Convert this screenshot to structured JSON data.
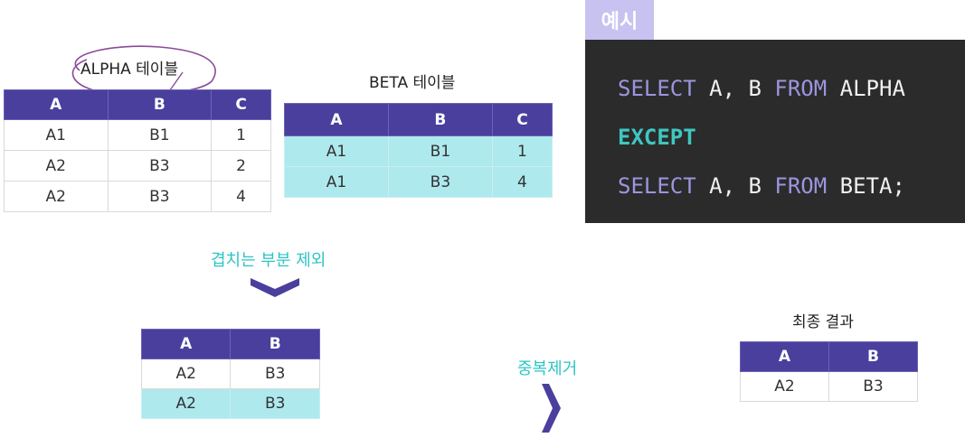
{
  "alpha": {
    "caption": "ALPHA 테이블",
    "headers": [
      "A",
      "B",
      "C"
    ],
    "rows": [
      [
        "A1",
        "B1",
        "1"
      ],
      [
        "A2",
        "B3",
        "2"
      ],
      [
        "A2",
        "B3",
        "4"
      ]
    ]
  },
  "beta": {
    "caption": "BETA 테이블",
    "headers": [
      "A",
      "B",
      "C"
    ],
    "rows": [
      [
        "A1",
        "B1",
        "1"
      ],
      [
        "A1",
        "B3",
        "4"
      ]
    ]
  },
  "example": {
    "tab": "예시",
    "line1": {
      "kw1": "SELECT",
      "mid": " A, B ",
      "kw2": "FROM",
      "end": " ALPHA"
    },
    "line2": "EXCEPT",
    "line3": {
      "kw1": "SELECT",
      "mid": " A, B ",
      "kw2": "FROM",
      "end": " BETA;"
    }
  },
  "step1": {
    "label": "겹치는 부분 제외"
  },
  "middle": {
    "headers": [
      "A",
      "B"
    ],
    "rows": [
      [
        "A2",
        "B3"
      ],
      [
        "A2",
        "B3"
      ]
    ]
  },
  "step2": {
    "label": "중복제거"
  },
  "final": {
    "caption": "최종 결과",
    "headers": [
      "A",
      "B"
    ],
    "rows": [
      [
        "A2",
        "B3"
      ]
    ]
  },
  "colors": {
    "header_purple": "#4a3f9d",
    "highlight_cyan": "#aee9ee",
    "accent_teal": "#2ec4c4",
    "code_bg": "#2b2b2b",
    "keyword_purple": "#9c95df",
    "tab_lavender": "#c7c2f0",
    "circle_annotation": "#8a4a9c"
  }
}
